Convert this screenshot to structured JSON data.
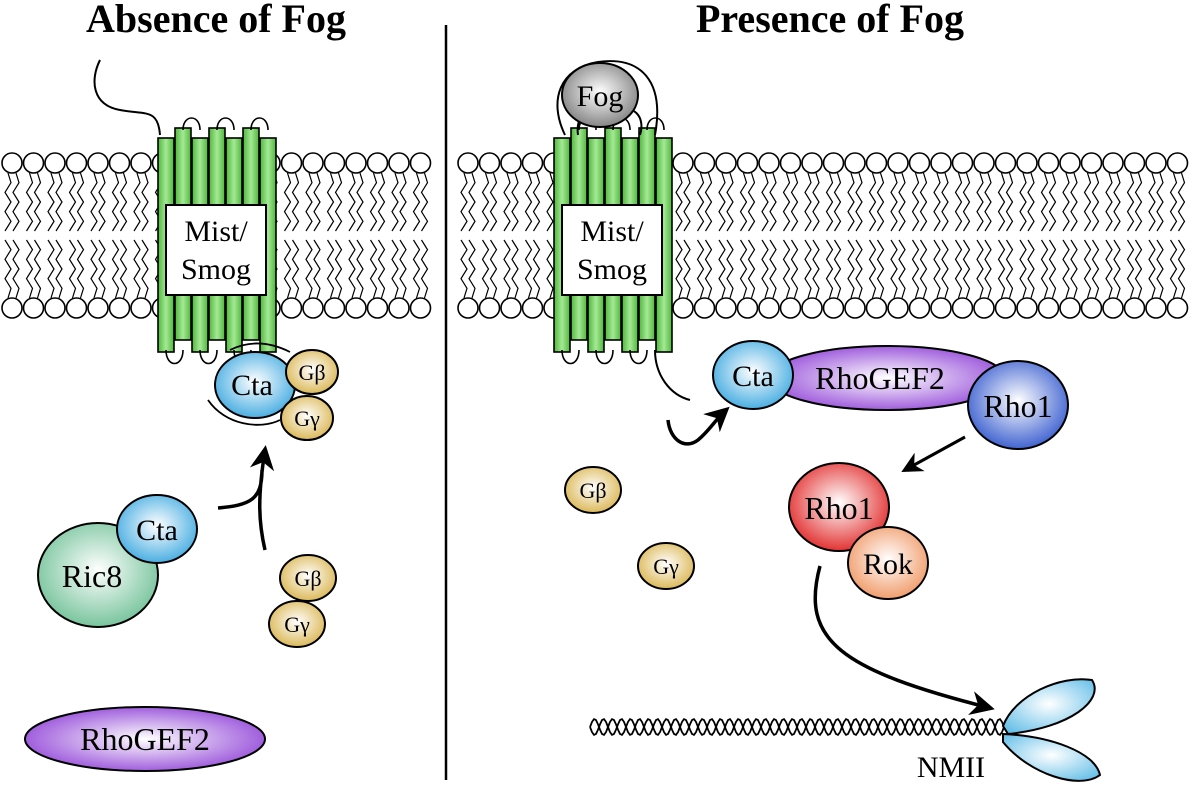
{
  "panels": {
    "left": {
      "title": "Absence of Fog",
      "receptor": {
        "line1": "Mist/",
        "line2": "Smog"
      },
      "membrane_complex": {
        "cta": "Cta",
        "gb": "Gβ",
        "gg": "Gγ"
      },
      "free": {
        "ric8": "Ric8",
        "cta": "Cta",
        "gb": "Gβ",
        "gg": "Gγ",
        "rhogef2": "RhoGEF2"
      }
    },
    "right": {
      "title": "Presence of Fog",
      "ligand": "Fog",
      "receptor": {
        "line1": "Mist/",
        "line2": "Smog"
      },
      "complex": {
        "cta": "Cta",
        "rhogef2": "RhoGEF2",
        "rho1": "Rho1"
      },
      "free": {
        "gb": "Gβ",
        "gg": "Gγ"
      },
      "effector": {
        "rho1": "Rho1",
        "rok": "Rok"
      },
      "motor": {
        "label": "NMII"
      }
    }
  },
  "colors": {
    "receptor_green": "#6fcf5a",
    "cta_blue": "#56b3e0",
    "g_subunit_gold": "#e2c46a",
    "ric8_green": "#7fc9a0",
    "rhogef2_purple": "#9b57d9",
    "rho1_blue": "#3f63d1",
    "rho1_red": "#e53030",
    "rok_orange": "#f0a070",
    "fog_gray": "#8a8a8a",
    "nmii_blue": "#7cc8e8"
  }
}
